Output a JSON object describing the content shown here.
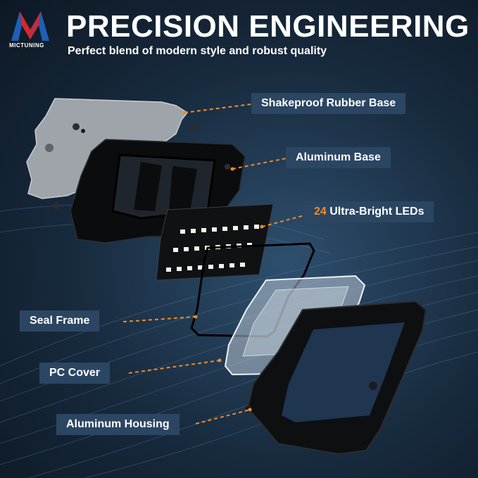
{
  "brand": {
    "name": "MICTUNING",
    "colors": {
      "red": "#d8262c",
      "blue": "#1f5fb5",
      "accent": "#f08b2a",
      "label_bg": "#2b4662"
    }
  },
  "header": {
    "title": "PRECISION ENGINEERING",
    "subtitle": "Perfect blend of modern style and robust quality"
  },
  "callouts": {
    "rubber_base": "Shakeproof Rubber Base",
    "aluminum_base": "Aluminum Base",
    "leds_count": "24",
    "leds_label": "Ultra-Bright LEDs",
    "seal_frame": "Seal Frame",
    "pc_cover": "PC Cover",
    "aluminum_housing": "Aluminum Housing"
  }
}
